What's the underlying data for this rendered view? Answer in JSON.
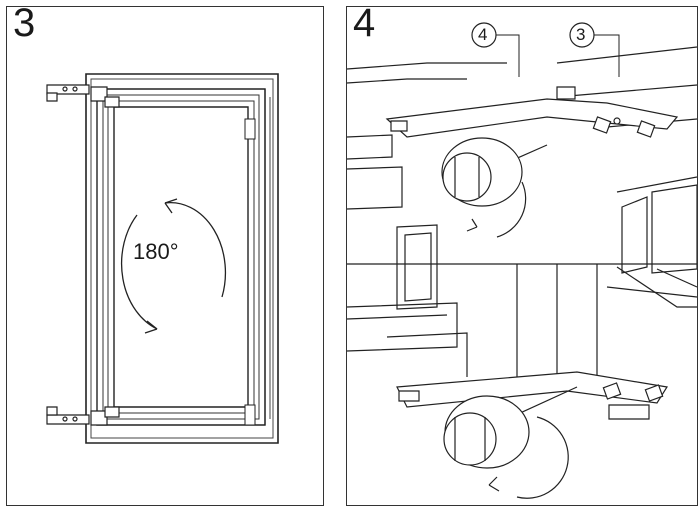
{
  "panels": [
    {
      "step": "3",
      "rotation_label": "180°"
    },
    {
      "step": "4",
      "callouts": [
        "4",
        "3"
      ]
    }
  ]
}
